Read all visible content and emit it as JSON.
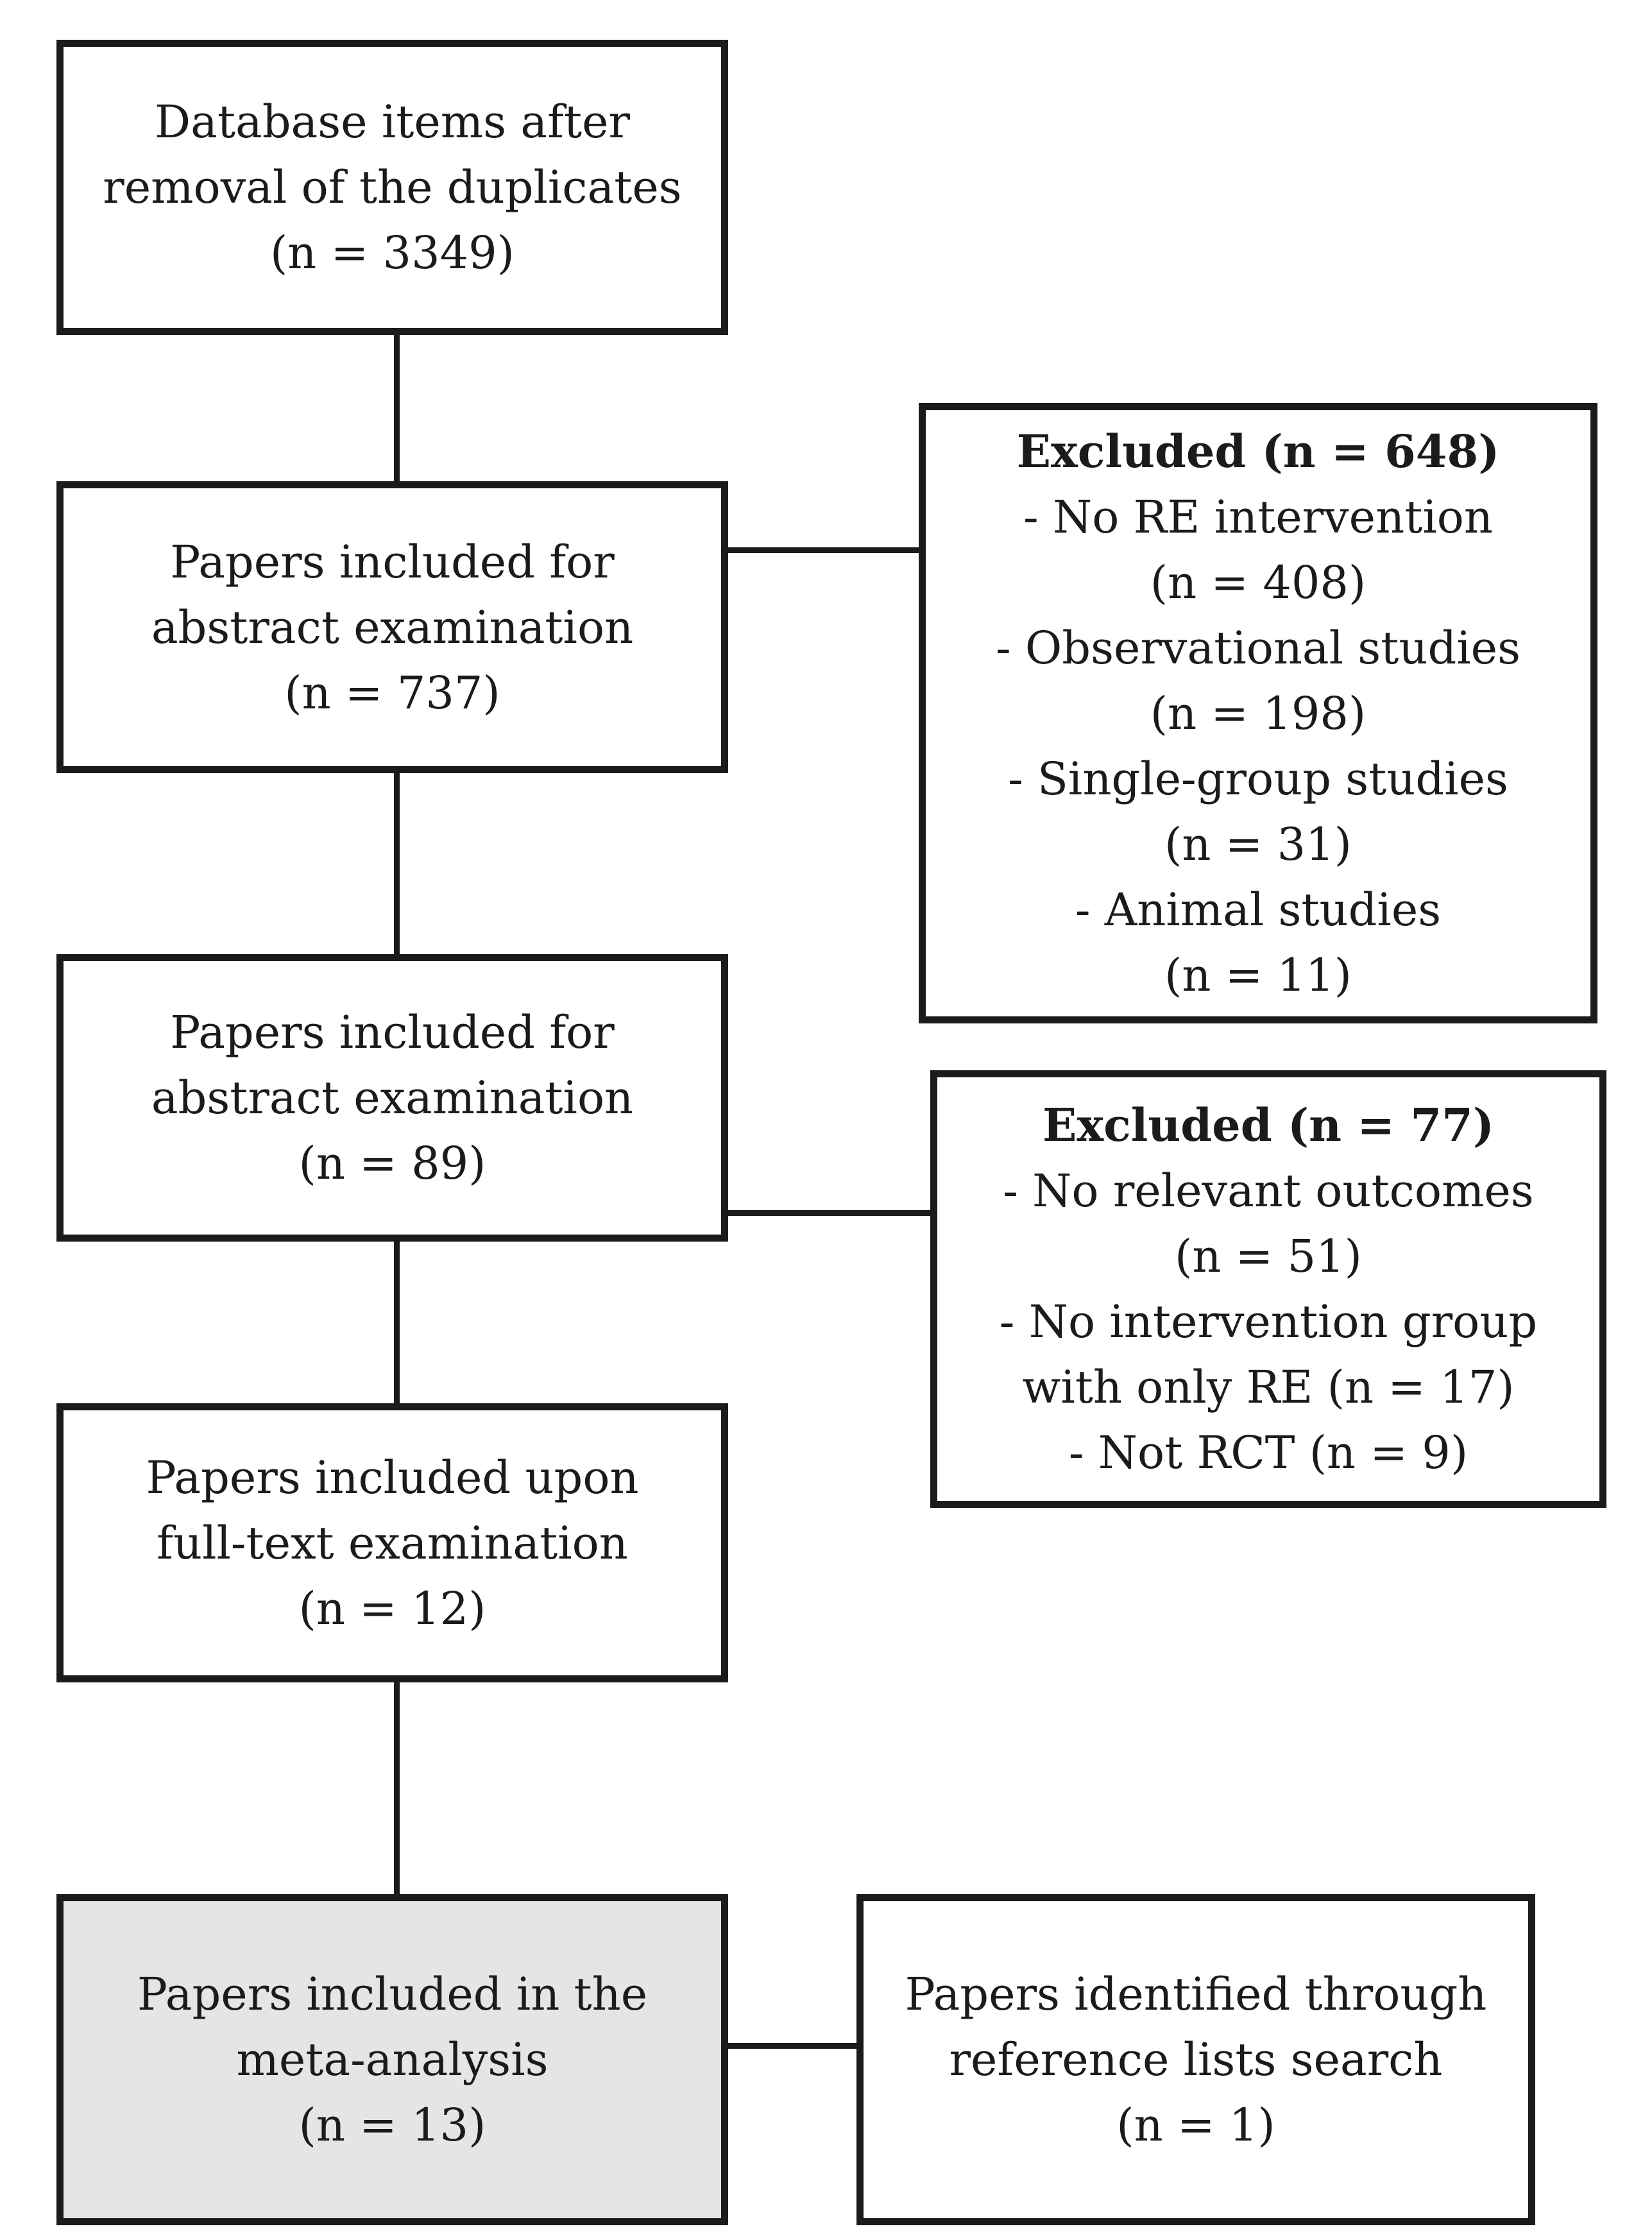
{
  "diagram": {
    "type": "prisma-flow",
    "colors": {
      "line": "#1b1b1b",
      "text": "#1b1b1b",
      "highlight_fill": "#e5e5e5",
      "background": "#ffffff"
    },
    "flow_boxes": [
      {
        "lines": [
          "Database items after",
          "removal of the duplicates",
          "(n = 3349)"
        ]
      },
      {
        "lines": [
          "Papers included for",
          "abstract examination",
          "(n = 737)"
        ]
      },
      {
        "lines": [
          "Papers included for",
          "abstract examination",
          "(n = 89)"
        ]
      },
      {
        "lines": [
          "Papers included upon",
          "full-text examination",
          "(n = 12)"
        ]
      },
      {
        "lines": [
          "Papers included in the",
          "meta-analysis",
          "(n = 13)"
        ]
      }
    ],
    "exclusion_boxes": [
      {
        "title": "Excluded (n = 648)",
        "lines": [
          "- No RE intervention",
          "(n = 408)",
          "- Observational studies",
          "(n = 198)",
          "- Single-group studies",
          "(n = 31)",
          "- Animal studies",
          "(n = 11)"
        ]
      },
      {
        "title": "Excluded (n = 77)",
        "lines": [
          "- No relevant outcomes",
          "(n = 51)",
          "- No intervention group",
          "with only RE  (n = 17)",
          "- Not RCT (n = 9)"
        ]
      }
    ],
    "reference_box": {
      "lines": [
        "Papers identified through",
        "reference lists search",
        "(n = 1)"
      ]
    }
  }
}
